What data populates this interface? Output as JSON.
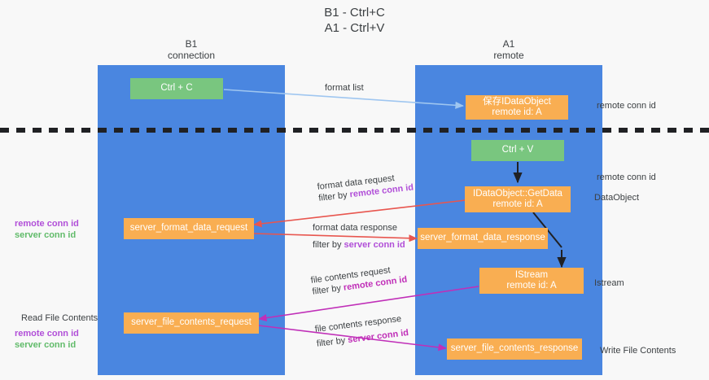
{
  "title": {
    "line1": "B1 - Ctrl+C",
    "line2": "A1 - Ctrl+V"
  },
  "lanes": [
    {
      "id": "b1",
      "name": "B1",
      "role": "connection"
    },
    {
      "id": "a1",
      "name": "A1",
      "role": "remote"
    }
  ],
  "nodes": {
    "ctrl_c": {
      "label": "Ctrl + C",
      "sub": ""
    },
    "save_idataobject": {
      "label": "保存IDataObject",
      "sub": "remote id: A"
    },
    "ctrl_v": {
      "label": "Ctrl + V",
      "sub": ""
    },
    "getdata": {
      "label": "IDataObject::GetData",
      "sub": "remote id: A"
    },
    "fmt_req": {
      "label": "server_format_data_request",
      "sub": ""
    },
    "fmt_resp": {
      "label": "server_format_data_response",
      "sub": ""
    },
    "istream": {
      "label": "IStream",
      "sub": "remote id: A"
    },
    "file_req": {
      "label": "server_file_contents_request",
      "sub": ""
    },
    "file_resp": {
      "label": "server_file_contents_response",
      "sub": ""
    }
  },
  "edge_labels": {
    "format_list": {
      "line1": "format list",
      "line2": "",
      "highlight": ""
    },
    "fmt_data_request": {
      "line1": "format data request",
      "line2_prefix": "filter by ",
      "line2_highlight": "remote conn id"
    },
    "fmt_data_response": {
      "line1": "format data response",
      "line2_prefix": "filter by ",
      "line2_highlight": "server conn id"
    },
    "file_contents_request": {
      "line1": "file contents request",
      "line2_prefix": "filter by ",
      "line2_highlight": "remote conn id"
    },
    "file_contents_response": {
      "line1": "file contents response",
      "line2_prefix": "filter by ",
      "line2_highlight": "server conn id"
    }
  },
  "annotations": {
    "left_mid": {
      "l1": "remote conn id",
      "l2": "server conn id"
    },
    "left_read": {
      "title": "Read File Contents",
      "l1": "remote conn id",
      "l2": "server conn id"
    },
    "right_top": {
      "text": "remote conn id"
    },
    "right_mid": {
      "text": "remote conn id"
    },
    "right_dataobject": {
      "text": "DataObject"
    },
    "right_istream": {
      "text": "Istream"
    },
    "right_write": {
      "text": "Write File Contents"
    }
  },
  "colors": {
    "lane": "#4a86e0",
    "green_node": "#79c67f",
    "orange_node": "#f9ae52",
    "purple": "#b14fd8",
    "magenta": "#c02fb8",
    "green_text": "#61bb6a",
    "arrow_blue": "#9fc6f0",
    "arrow_red": "#e8564f",
    "arrow_black": "#202124",
    "divider": "#202124",
    "background": "#f8f8f8"
  }
}
